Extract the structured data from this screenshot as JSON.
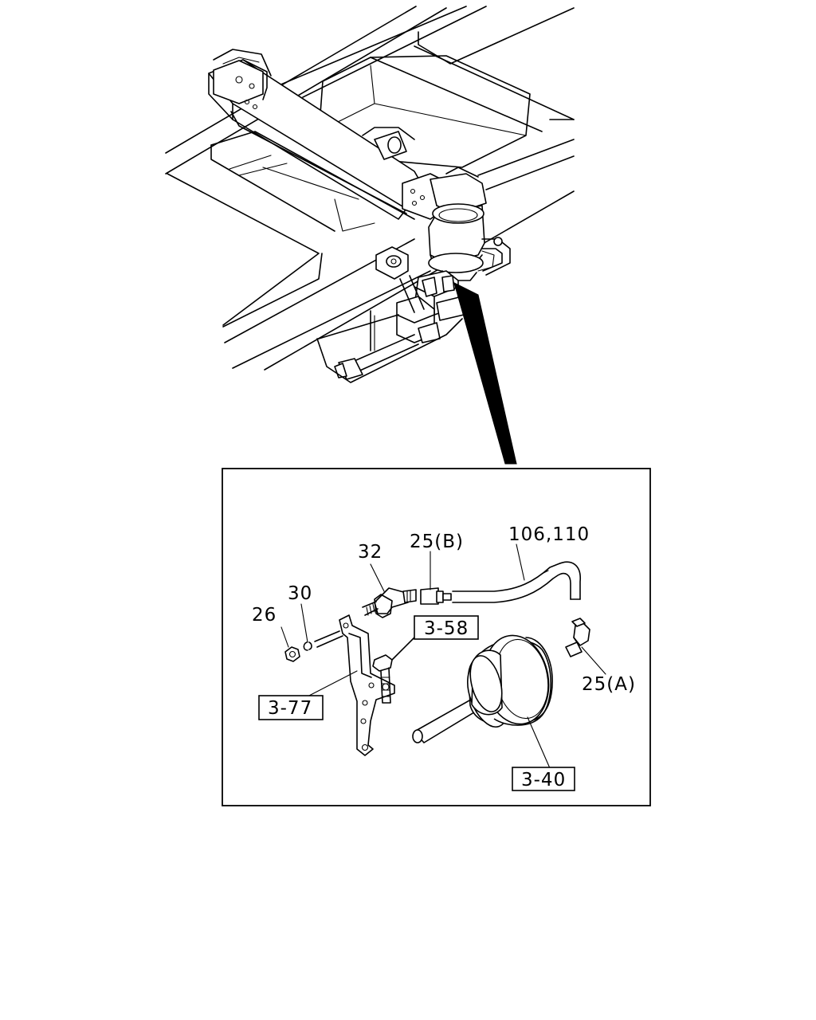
{
  "callouts": {
    "c26": "26",
    "c30": "30",
    "c32": "32",
    "c25b": "25(B)",
    "c106": "106,110",
    "c25a": "25(A)"
  },
  "refs": {
    "r358": "3-58",
    "r377": "3-77",
    "r340": "3-40"
  }
}
